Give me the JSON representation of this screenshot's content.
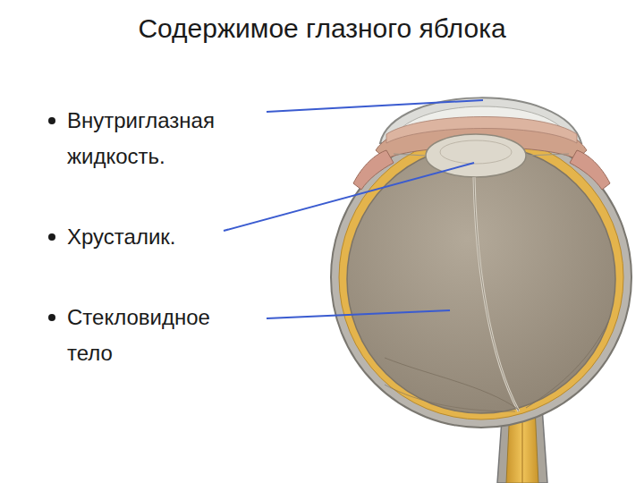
{
  "diagram": {
    "title": "Содержимое глазного яблока",
    "labels": [
      "Внутриглазная жидкость.",
      "Хрусталик.",
      "Стекловидное тело"
    ]
  }
}
